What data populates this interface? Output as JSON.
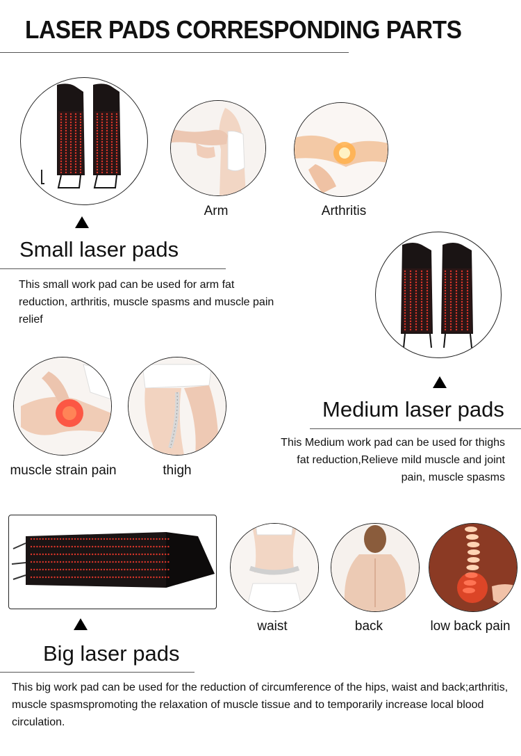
{
  "page_title": "LASER PADS CORRESPONDING PARTS",
  "small": {
    "heading": "Small laser pads",
    "description": "This small work pad can be used for arm fat reduction, arthritis, muscle spasms and muscle pain relief",
    "photos": [
      {
        "caption": "Arm"
      },
      {
        "caption": "Arthritis"
      }
    ]
  },
  "medium": {
    "heading": "Medium laser pads",
    "description_lines": [
      "This Medium work pad can be used for thighs",
      "fat reduction,Relieve mild muscle and joint",
      "pain, muscle spasms"
    ],
    "photos": [
      {
        "caption": "muscle strain pain"
      },
      {
        "caption": "thigh"
      }
    ]
  },
  "big": {
    "heading": "Big laser pads",
    "description": "This big work pad can be used for the reduction of circumference of the hips, waist and back;arthritis, muscle spasmspromoting the relaxation of muscle tissue and to temporarily increase local blood circulation.",
    "photos": [
      {
        "caption": "waist"
      },
      {
        "caption": "back"
      },
      {
        "caption": "low back pain"
      }
    ]
  },
  "colors": {
    "led_red": "#e0362a",
    "pad_black": "#1a1414",
    "skin": "#f2d6c4"
  }
}
